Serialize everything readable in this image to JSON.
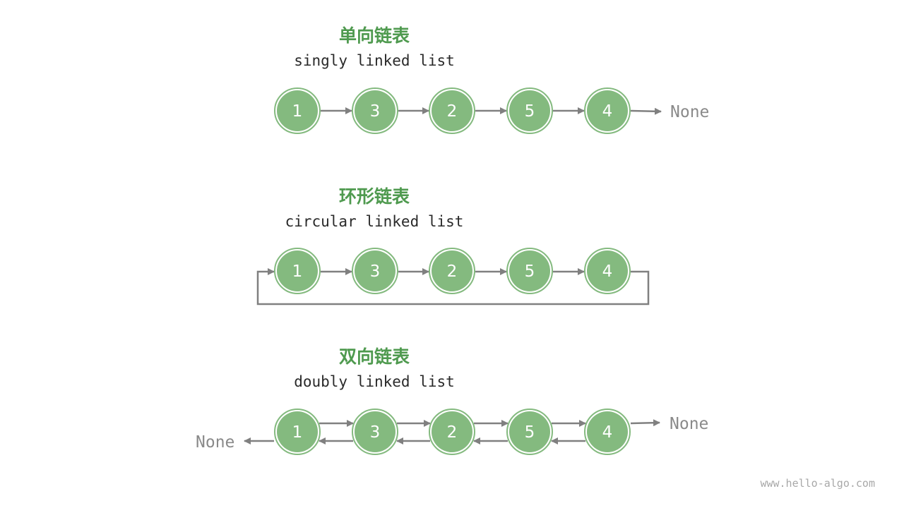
{
  "colors": {
    "node_fill": "#84ba7f",
    "node_ring": "#84ba7f",
    "title_zh": "#4f9a4f",
    "arrow": "#808080",
    "none_text": "#8a8a8a",
    "watermark": "#a8a8a8"
  },
  "singly": {
    "title_zh": "单向链表",
    "title_en": "singly linked list",
    "values": [
      "1",
      "3",
      "2",
      "5",
      "4"
    ],
    "none_label": "None"
  },
  "circular": {
    "title_zh": "环形链表",
    "title_en": "circular linked list",
    "values": [
      "1",
      "3",
      "2",
      "5",
      "4"
    ]
  },
  "doubly": {
    "title_zh": "双向链表",
    "title_en": "doubly linked list",
    "values": [
      "1",
      "3",
      "2",
      "5",
      "4"
    ],
    "none_left": "None",
    "none_right": "None"
  },
  "watermark": "www.hello-algo.com"
}
